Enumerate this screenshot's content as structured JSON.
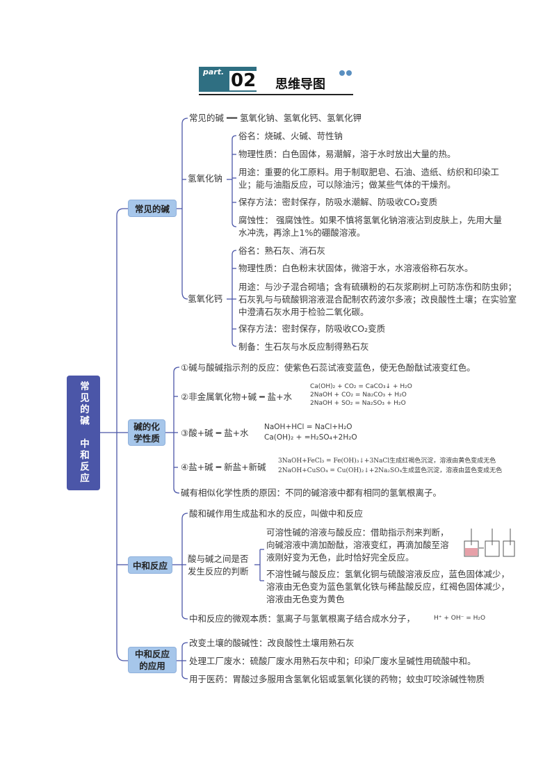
{
  "header": {
    "part": "part.",
    "number": "02",
    "title": "思维导图"
  },
  "root": "常见的碱　中和反应",
  "sections": {
    "common_bases": {
      "label": "常见的碱",
      "intro": "常见的碱 ━━ 氢氧化钠、氢氧化钙、氢氧化钾",
      "naoh": {
        "label": "氢氧化钠",
        "items": [
          "俗名：烧碱、火碱、苛性钠",
          "物理性质：白色固体，易潮解，溶于水时放出大量的热。",
          "用途：重要的化工原料。用于制取肥皂、石油、造纸、纺织和印染工业；能与油脂反应，可以除油污；做某些气体的干燥剂。",
          "保存方法：密封保存，防吸水潮解、防吸收CO₂变质",
          "腐蚀性： 强腐蚀性。如果不慎将氢氧化钠溶液沾到皮肤上，先用大量水冲洗，再涂上1%的硼酸溶液。"
        ]
      },
      "caoh2": {
        "label": "氢氧化钙",
        "items": [
          "俗名：熟石灰、消石灰",
          "物理性质：白色粉末状固体，微溶于水，水溶液俗称石灰水。",
          "用途：与沙子混合砌墙；含有硫磺粉的石灰浆刷树上可防冻伤和防虫卵；石灰乳与与硫酸铜溶液混合配制农药波尔多液；改良酸性土壤；在实验室中澄清石灰水用于检验二氧化碳。",
          "保存方法：密封保存，防吸收CO₂变质",
          "制备：生石灰与水反应制得熟石灰"
        ]
      }
    },
    "chem_props": {
      "label": "碱的化学性质",
      "items": [
        "①碱与酸碱指示剂的反应：使紫色石蕊试液变蓝色，使无色酚酞试液变红色。",
        "②非金属氧化物+碱 ━ 盐+水",
        "③酸+碱 ━ 盐+水",
        "④盐+碱 ━ 新盐+新碱",
        "碱有相似化学性质的原因：不同的碱溶液中都有相同的氢氧根离子。"
      ],
      "eq2": [
        "Ca(OH)₂ + CO₂ = CaCO₃↓ + H₂O",
        "2NaOH + CO₂ = Na₂CO₃ + H₂O",
        "2NaOH + SO₂ = Na₂SO₃ + H₂O"
      ],
      "eq3": [
        "NaOH+HCl = NaCl+H₂O",
        "Ca(OH)₂ + =H₂SO₄+2H₂O"
      ],
      "eq4": [
        "3NaOH+FeCl₃ = Fe(OH)₃↓+3NaCl生成红褐色沉淀，溶液由黄色变成无色",
        "2NaOH+CuSO₄ = Cu(OH)₂↓+2Na₂SO₄生成蓝色沉淀，溶液由蓝色变成无色"
      ]
    },
    "neutralization": {
      "label": "中和反应",
      "definition": "酸和碱作用生成盐和水的反应，叫做中和反应",
      "judge_label": "酸与碱之间是否发生反应的判断",
      "soluble": "可溶性碱的溶液与酸反应：借助指示剂来判断，向碱溶液中滴加酚酞，溶液变红，再滴加酸至溶液刚好变为无色，此时恰好完全反应。",
      "insoluble": "不溶性碱与酸反应：氢氧化铜与硫酸溶液反应，蓝色固体减少，溶液由无色变为蓝色氢氧化铁与稀盐酸反应，红褐色固体减少，溶液由无色变为黄色",
      "essence": "中和反应的微观本质：氢离子与氢氧根离子结合成水分子，",
      "essence_eq": "H⁺ + OH⁻ = H₂O"
    },
    "applications": {
      "label": "中和反应的应用",
      "items": [
        "改变土壤的酸碱性：改良酸性土壤用熟石灰",
        "处理工厂废水：硫酸厂废水用熟石灰中和；印染厂废水呈碱性用硫酸中和。",
        "用于医药：胃酸过多服用含氢氧化铝或氢氧化镁的药物；蚊虫叮咬涂碱性物质"
      ]
    }
  },
  "colors": {
    "root": "#4b56a8",
    "node": "#a6c6ea",
    "line": "#4b56a8",
    "header_badge": "#2f6f82"
  }
}
